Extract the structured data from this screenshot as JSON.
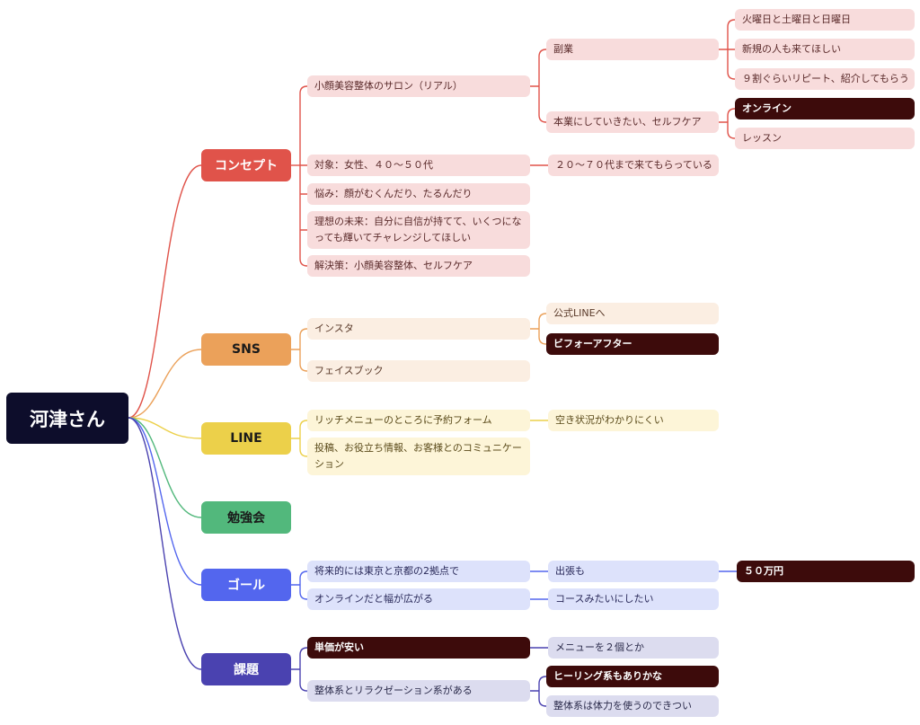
{
  "root": {
    "label": "河津さん"
  },
  "branches": {
    "concept": {
      "label": "コンセプト",
      "color": "#e0534a"
    },
    "sns": {
      "label": "SNS",
      "color": "#eba15a"
    },
    "line": {
      "label": "LINE",
      "color": "#ecd04a"
    },
    "study": {
      "label": "勉強会",
      "color": "#52b87c"
    },
    "goal": {
      "label": "ゴール",
      "color": "#5366ee"
    },
    "issue": {
      "label": "課題",
      "color": "#4a42b0"
    }
  },
  "concept": {
    "salon": "小顔美容整体のサロン（リアル）",
    "side_job": "副業",
    "side_job_items": [
      "火曜日と土曜日と日曜日",
      "新規の人も来てほしい",
      "９割ぐらいリピート、紹介してもらう"
    ],
    "main_job": "本業にしていきたい、セルフケア",
    "main_job_items": [
      "オンライン",
      "レッスン"
    ],
    "target": "対象：女性、４０〜５０代",
    "target_child": "２０〜７０代まで来てもらっている",
    "worry": "悩み：顔がむくんだり、たるんだり",
    "ideal": "理想の未来：自分に自信が持てて、いくつになっても輝いてチャレンジしてほしい",
    "solution": "解決策：小顔美容整体、セルフケア"
  },
  "sns": {
    "insta": "インスタ",
    "insta_items": [
      "公式LINEへ",
      "ビフォーアフター"
    ],
    "facebook": "フェイスブック"
  },
  "line": {
    "rich_menu": "リッチメニューのところに予約フォーム",
    "rich_menu_child": "空き状況がわかりにくい",
    "posts": "投稿、お役立ち情報、お客様とのコミュニケーション"
  },
  "goal": {
    "two_bases": "将来的には東京と京都の2拠点で",
    "trip": "出張も",
    "trip_child": "５０万円",
    "online": "オンラインだと幅が広がる",
    "online_child": "コースみたいにしたい"
  },
  "issue": {
    "cheap": "単価が安い",
    "cheap_child": "メニューを２個とか",
    "seitai": "整体系とリラクゼーション系がある",
    "seitai_items": [
      "ヒーリング系もありかな",
      "整体系は体力を使うのできつい"
    ]
  }
}
